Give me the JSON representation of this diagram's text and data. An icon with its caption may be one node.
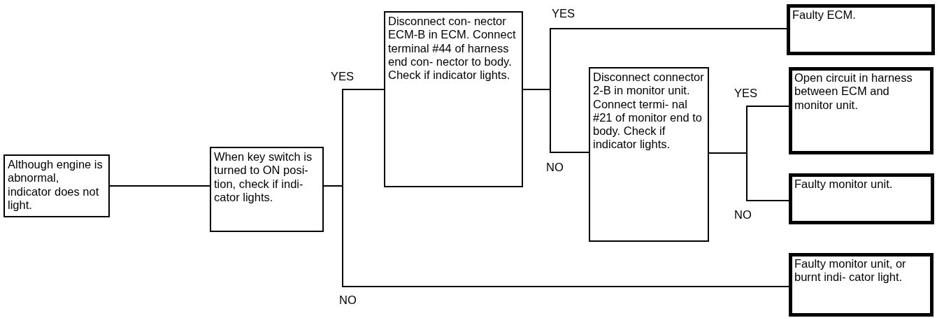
{
  "diagram": {
    "nodes": [
      {
        "text": [
          "Although engine is abnormal, indicator does not light."
        ]
      },
      {
        "text": [
          "When key switch is turned to ON posi- tion, check if indi- cator lights."
        ]
      },
      {
        "text": [
          "Disconnect con- nector ECM-B in ECM. Connect terminal #44 of harness end con- nector to body. Check if indicator lights."
        ]
      },
      {
        "text": [
          "Faulty ECM."
        ]
      },
      {
        "text": [
          "Disconnect connector 2-B in monitor unit. Connect termi- nal #21 of monitor end to body. Check if indicator lights."
        ]
      },
      {
        "text": [
          "Open circuit in harness between ECM and monitor unit."
        ]
      },
      {
        "text": [
          "Faulty monitor unit."
        ]
      },
      {
        "text": [
          "Faulty monitor unit, or burnt indi- cator light."
        ]
      }
    ],
    "edges": [
      {
        "from": 0,
        "to": 1,
        "arrow": "none"
      },
      {
        "from": 1,
        "to": 2,
        "arrow": "none",
        "label": "YES"
      },
      {
        "from": 1,
        "to": 7,
        "arrow": "none",
        "label": "NO"
      },
      {
        "from": 2,
        "to": 3,
        "arrow": "none",
        "label": "YES"
      },
      {
        "from": 2,
        "to": 4,
        "arrow": "none",
        "label": "NO"
      },
      {
        "from": 4,
        "to": 5,
        "arrow": "none",
        "label": "YES"
      },
      {
        "from": 4,
        "to": 6,
        "arrow": "none",
        "label": "NO"
      }
    ]
  }
}
